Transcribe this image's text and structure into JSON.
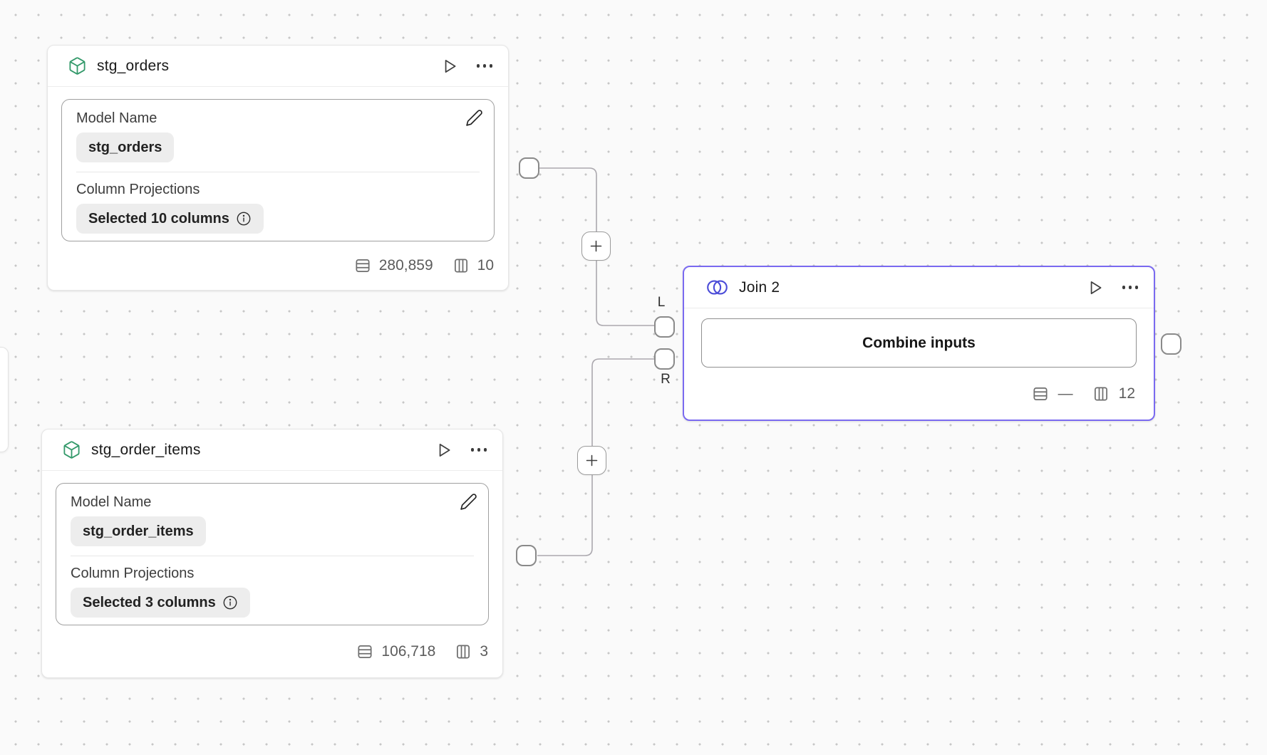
{
  "colors": {
    "selection_accent": "#7a6af0",
    "model_icon_green": "#33996a",
    "join_icon_purple": "#4b4cd8",
    "edge_gray": "#aba8ae"
  },
  "nodes": {
    "stg_orders": {
      "title": "stg_orders",
      "fields": {
        "model_name": {
          "label": "Model Name",
          "value": "stg_orders"
        },
        "column_projections": {
          "label": "Column Projections",
          "value": "Selected 10 columns"
        }
      },
      "stats": {
        "rows": "280,859",
        "columns": "10"
      }
    },
    "stg_order_items": {
      "title": "stg_order_items",
      "fields": {
        "model_name": {
          "label": "Model Name",
          "value": "stg_order_items"
        },
        "column_projections": {
          "label": "Column Projections",
          "value": "Selected 3 columns"
        }
      },
      "stats": {
        "rows": "106,718",
        "columns": "3"
      }
    },
    "join": {
      "title": "Join 2",
      "body_button": "Combine inputs",
      "stats": {
        "rows": "—",
        "columns": "12"
      },
      "ports": {
        "left": "L",
        "right": "R"
      }
    }
  }
}
